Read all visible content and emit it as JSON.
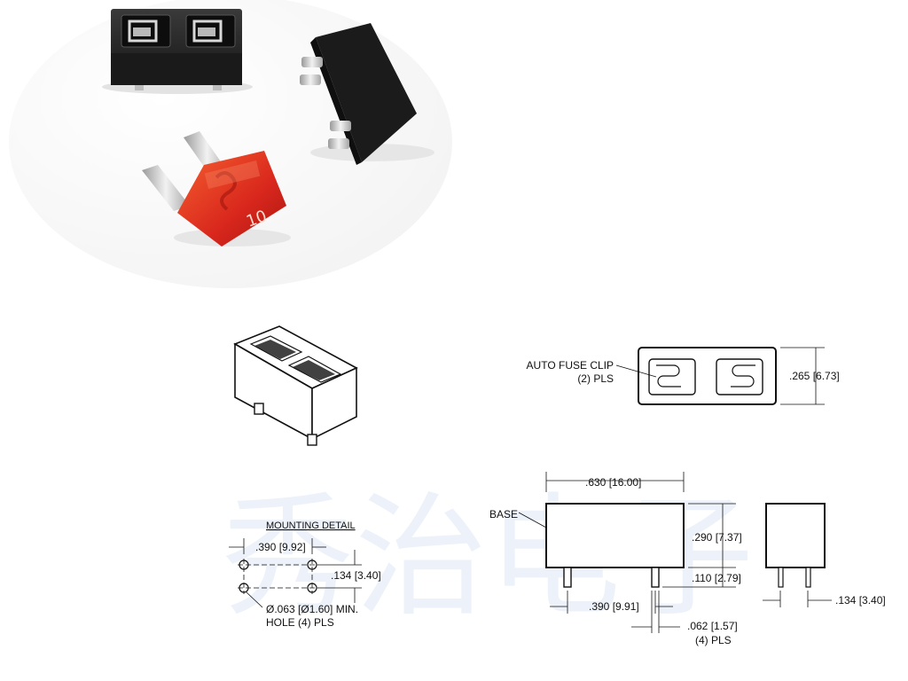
{
  "photo": {
    "fuse_rating": "10"
  },
  "drawing": {
    "clip_label_line1": "AUTO FUSE CLIP",
    "clip_label_line2": "(2) PLS",
    "height_top": ".265 [6.73]",
    "width_front": ".630 [16.00]",
    "base_label": "BASE",
    "height_front": ".290 [7.37]",
    "pin_length": ".110 [2.79]",
    "pin_spacing": ".390 [9.91]",
    "pin_width": ".062 [1.57]",
    "pin_count": "(4) PLS",
    "side_pin_spacing": ".134 [3.40]"
  },
  "mounting_detail": {
    "title": "MOUNTING DETAIL",
    "hole_spacing_x": ".390 [9.92]",
    "hole_spacing_y": ".134 [3.40]",
    "hole_note_line1": "Ø.063 [Ø1.60] MIN.",
    "hole_note_line2": "HOLE (4) PLS"
  },
  "watermark": {
    "text": "秀治电子"
  },
  "colors": {
    "fuse_red": "#d9271d",
    "holder_black": "#1c1c1c",
    "terminal_silver": "#cfcfcf",
    "watermark_blue": "#dfe8f6"
  }
}
